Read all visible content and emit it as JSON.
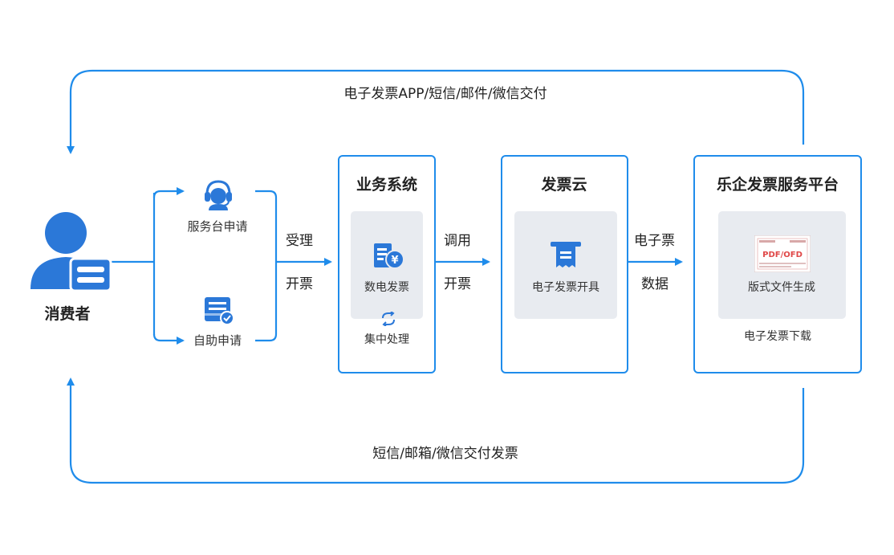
{
  "colors": {
    "accent": "#1f8ceb",
    "icon_blue": "#2b78d8",
    "panel": "#e8ebf0"
  },
  "consumer": {
    "label": "消费者",
    "icon": "person-id-card-icon"
  },
  "channels": {
    "service_desk": {
      "label": "服务台申请",
      "icon": "headset-agent-icon"
    },
    "self_service": {
      "label": "自助申请",
      "icon": "printer-check-icon"
    }
  },
  "edges": {
    "accept_line1": "受理",
    "accept_line2": "开票",
    "call_line1": "调用",
    "call_line2": "开票",
    "einvoice_line1": "电子票",
    "einvoice_line2": "数据",
    "top_return": "电子发票APP/短信/邮件/微信交付",
    "bottom_return": "短信/邮箱/微信交付发票"
  },
  "business_system": {
    "title": "业务系统",
    "panel_label": "数电发票",
    "panel_icon": "digital-invoice-yen-icon",
    "footer_label": "集中处理",
    "footer_icon": "refresh-sync-icon"
  },
  "invoice_cloud": {
    "title": "发票云",
    "panel_label": "电子发票开具",
    "panel_icon": "receipt-printer-icon"
  },
  "platform": {
    "title": "乐企发票服务平台",
    "panel_label": "版式文件生成",
    "panel_icon": "pdf-ofd-document-icon",
    "stamp_text": "PDF/OFD",
    "footer_label": "电子发票下载"
  }
}
